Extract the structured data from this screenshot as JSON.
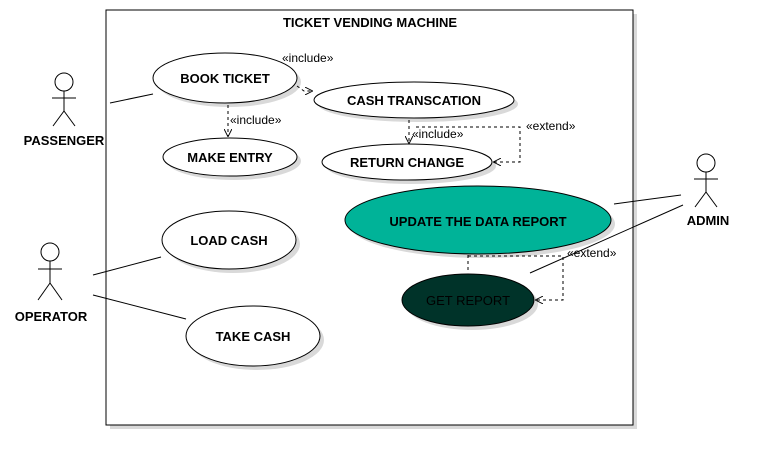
{
  "system": {
    "title": "TICKET VENDING MACHINE"
  },
  "actors": {
    "passenger": "PASSENGER",
    "operator": "OPERATOR",
    "admin": "ADMIN"
  },
  "use_cases": {
    "book_ticket": "BOOK TICKET",
    "cash_transaction": "CASH TRANSCATION",
    "make_entry": "MAKE ENTRY",
    "return_change": "RETURN CHANGE",
    "load_cash": "LOAD CASH",
    "take_cash": "TAKE CASH",
    "update_report": "UPDATE THE DATA REPORT",
    "get_report": "GET REPORT"
  },
  "relations": {
    "include_book_cash": "«include»",
    "include_book_entry": "«include»",
    "include_cash_change": "«include»",
    "extend_change": "«extend»",
    "extend_report": "«extend»"
  },
  "colors": {
    "update_report_fill": "#00b398",
    "get_report_fill": "#003329",
    "get_report_text": "#000000"
  }
}
